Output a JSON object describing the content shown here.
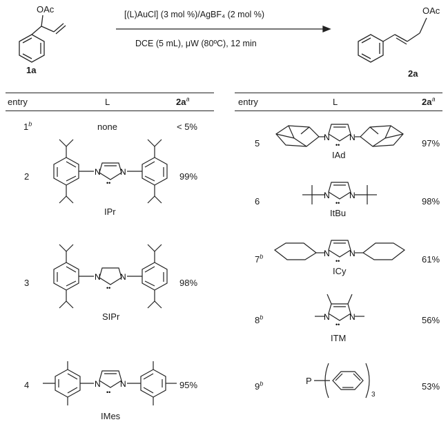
{
  "scheme": {
    "sm_substituent": "OAc",
    "sm_label": "1a",
    "product_substituent": "OAc",
    "product_label": "2a",
    "conditions_top": "[(L)AuCl] (3 mol %)/AgBF₄ (2 mol %)",
    "conditions_bottom": "DCE (5 mL), μW (80ºC), 12 min"
  },
  "headers": {
    "entry": "entry",
    "ligand": "L",
    "yield_main": "2a",
    "yield_sup": "a"
  },
  "left_rows": [
    {
      "entry": "1",
      "sup": "b",
      "ligand": "none",
      "yield": "< 5%"
    },
    {
      "entry": "2",
      "sup": "",
      "ligand": "IPr",
      "yield": "99%"
    },
    {
      "entry": "3",
      "sup": "",
      "ligand": "SIPr",
      "yield": "98%"
    },
    {
      "entry": "4",
      "sup": "",
      "ligand": "IMes",
      "yield": "95%"
    }
  ],
  "right_rows": [
    {
      "entry": "5",
      "sup": "",
      "ligand": "IAd",
      "yield": "97%"
    },
    {
      "entry": "6",
      "sup": "",
      "ligand": "ItBu",
      "yield": "98%"
    },
    {
      "entry": "7",
      "sup": "b",
      "ligand": "ICy",
      "yield": "61%"
    },
    {
      "entry": "8",
      "sup": "b",
      "ligand": "ITM",
      "yield": "56%"
    },
    {
      "entry": "9",
      "sup": "b",
      "ligand": "P",
      "ligand_sub": "3",
      "yield": "53%"
    }
  ],
  "atom_labels": {
    "nitrogen": "N",
    "carbene": "••"
  }
}
